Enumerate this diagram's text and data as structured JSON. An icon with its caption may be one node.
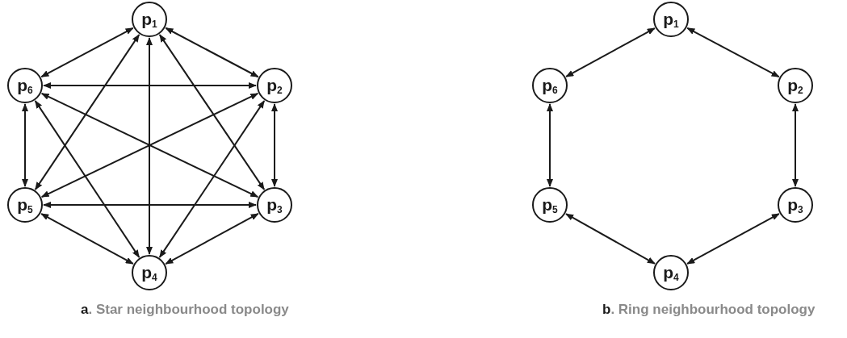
{
  "diagram": {
    "nodes": [
      {
        "text": [
          "p$_{1}$"
        ]
      },
      {
        "text": [
          "p$_{6}$"
        ]
      },
      {
        "text": [
          "p$_{2}$"
        ]
      },
      {
        "text": [
          "p$_{5}$"
        ]
      },
      {
        "text": [
          "p$_{3}$"
        ]
      },
      {
        "text": [
          "p$_{4}$"
        ]
      },
      {
        "text": [
          "p$_{1}$"
        ]
      },
      {
        "text": [
          "p$_{6}$"
        ]
      },
      {
        "text": [
          "p$_{2}$"
        ]
      },
      {
        "text": [
          "p$_{5}$"
        ]
      },
      {
        "text": [
          "p$_{3}$"
        ]
      },
      {
        "text": [
          "p$_{4}$"
        ]
      }
    ],
    "edges": [
      {
        "from": 0,
        "to": 1,
        "arrow": "both"
      },
      {
        "from": 0,
        "to": 2,
        "arrow": "both"
      },
      {
        "from": 0,
        "to": 3,
        "arrow": "both"
      },
      {
        "from": 0,
        "to": 4,
        "arrow": "both"
      },
      {
        "from": 0,
        "to": 5,
        "arrow": "both"
      },
      {
        "from": 1,
        "to": 2,
        "arrow": "both"
      },
      {
        "from": 1,
        "to": 3,
        "arrow": "both"
      },
      {
        "from": 1,
        "to": 4,
        "arrow": "both"
      },
      {
        "from": 1,
        "to": 5,
        "arrow": "both"
      },
      {
        "from": 2,
        "to": 3,
        "arrow": "both"
      },
      {
        "from": 2,
        "to": 4,
        "arrow": "both"
      },
      {
        "from": 2,
        "to": 5,
        "arrow": "both"
      },
      {
        "from": 3,
        "to": 4,
        "arrow": "both"
      },
      {
        "from": 3,
        "to": 5,
        "arrow": "both"
      },
      {
        "from": 4,
        "to": 5,
        "arrow": "both"
      },
      {
        "from": 6,
        "to": 8,
        "arrow": "both"
      },
      {
        "from": 8,
        "to": 10,
        "arrow": "both"
      },
      {
        "from": 10,
        "to": 11,
        "arrow": "both"
      },
      {
        "from": 11,
        "to": 9,
        "arrow": "both"
      },
      {
        "from": 9,
        "to": 7,
        "arrow": "both"
      },
      {
        "from": 7,
        "to": 6,
        "arrow": "both"
      }
    ],
    "labels": [
      "a. Star neighbourhood topology",
      "b. Ring neighbourhood topology"
    ]
  }
}
